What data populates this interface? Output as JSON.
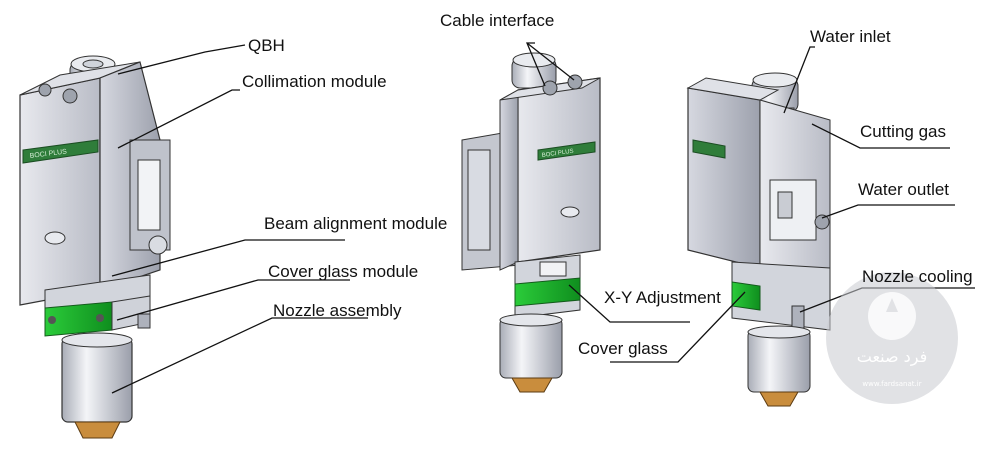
{
  "labels": {
    "qbh": "QBH",
    "collimation_module": "Collimation module",
    "beam_alignment_module": "Beam alignment module",
    "cover_glass_module": "Cover glass module",
    "nozzle_assembly": "Nozzle assembly",
    "cable_interface": "Cable interface",
    "xy_adjustment": "X-Y Adjustment",
    "cover_glass": "Cover glass",
    "water_inlet": "Water inlet",
    "cutting_gas": "Cutting gas",
    "water_outlet": "Water outlet",
    "nozzle_cooling": "Nozzle cooling"
  },
  "device_marking": "BOCI PLUS",
  "watermark": {
    "title": "فرد صنعت",
    "subtitle": "www.fardsanat.ir"
  },
  "colors": {
    "body_grey": "#c9ccd4",
    "green_band": "#1bb52c",
    "line": "#111111"
  }
}
